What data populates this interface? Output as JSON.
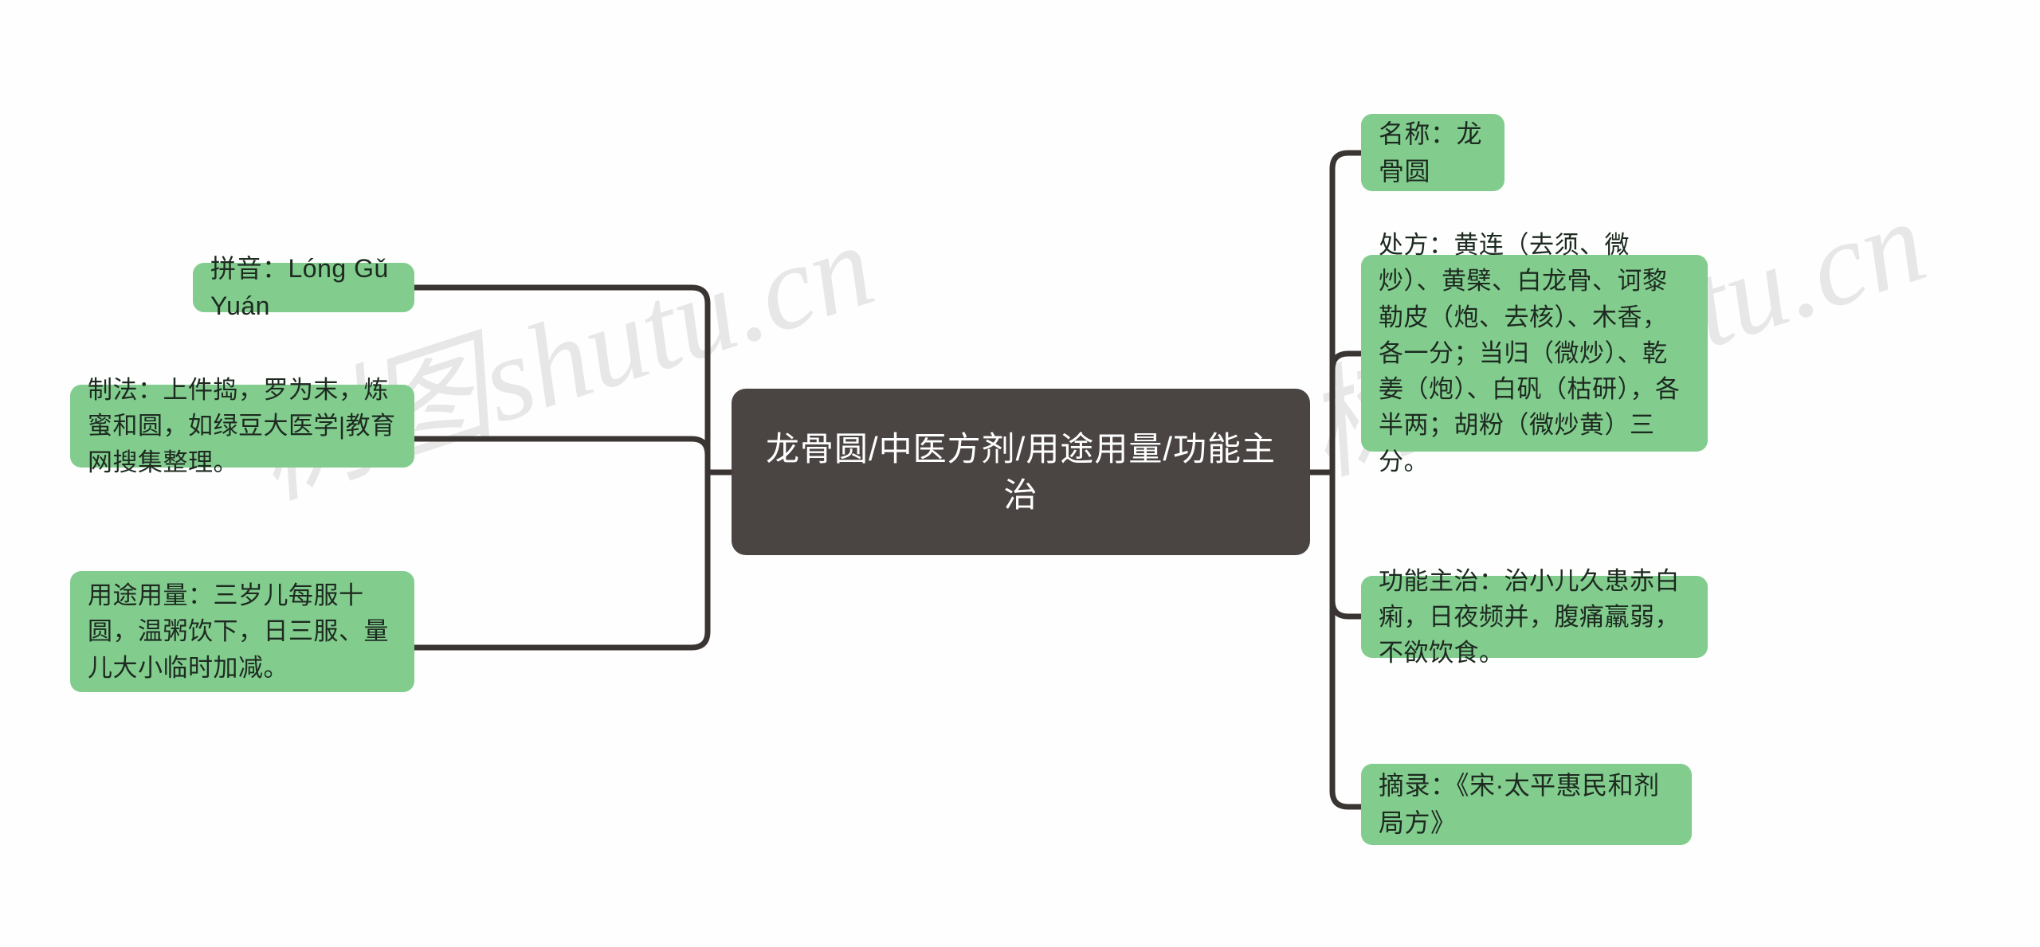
{
  "diagram": {
    "type": "mindmap",
    "title": "龙骨圆/中医方剂/用途用量/功能主治",
    "colors": {
      "node_green": "#82cc8e",
      "node_center": "#4a4443",
      "connector": "#3a3433",
      "background": "#fdfefd",
      "text_dark": "#1d2a20",
      "text_light": "#ffffff"
    },
    "watermark": {
      "left_text": "树图shutu.cn",
      "right_text": "树图shutu.cn"
    },
    "center": {
      "label": "龙骨圆/中医方剂/用途用量/功能主治"
    },
    "left_branches": [
      {
        "id": "pinyin",
        "label": "拼音：Lóng Gǔ Yuán"
      },
      {
        "id": "zhifa",
        "label": "制法：上件捣，罗为末，炼蜜和圆，如绿豆大医学|教育网搜集整理。"
      },
      {
        "id": "yongtu",
        "label": "用途用量：三岁儿每服十圆，温粥饮下，日三服、量儿大小临时加减。"
      }
    ],
    "right_branches": [
      {
        "id": "mingcheng",
        "label": "名称：龙骨圆"
      },
      {
        "id": "chufang",
        "label": "处方：黄连（去须、微炒）、黄檗、白龙骨、诃黎勒皮（炮、去核）、木香，各一分；当归（微炒）、乾姜（炮）、白矾（枯研），各半两；胡粉（微炒黄）三分。"
      },
      {
        "id": "gongneng",
        "label": "功能主治：治小儿久患赤白痢，日夜频并，腹痛羸弱，不欲饮食。"
      },
      {
        "id": "zhailu",
        "label": "摘录：《宋·太平惠民和剂局方》"
      }
    ]
  }
}
